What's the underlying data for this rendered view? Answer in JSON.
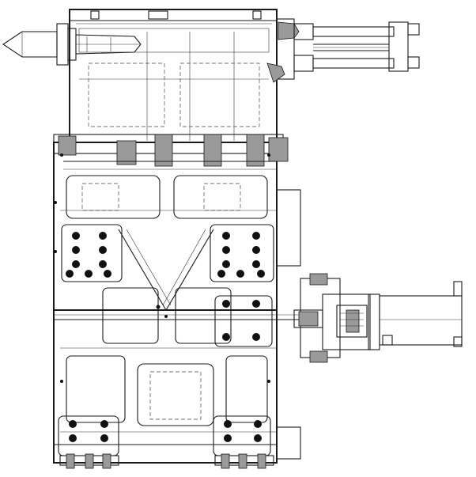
{
  "drawing": {
    "type": "mechanical-assembly-drawing",
    "view": "front-elevation",
    "line_color": "#1a1a1a",
    "background": "#ffffff",
    "components": [
      {
        "name": "tailstock-quill"
      },
      {
        "name": "upper-housing"
      },
      {
        "name": "hydraulic-cylinder-top"
      },
      {
        "name": "main-carriage-body"
      },
      {
        "name": "clamp-bolt-pattern"
      },
      {
        "name": "side-actuator-right"
      },
      {
        "name": "foot-bolts"
      }
    ],
    "text_labels": []
  }
}
